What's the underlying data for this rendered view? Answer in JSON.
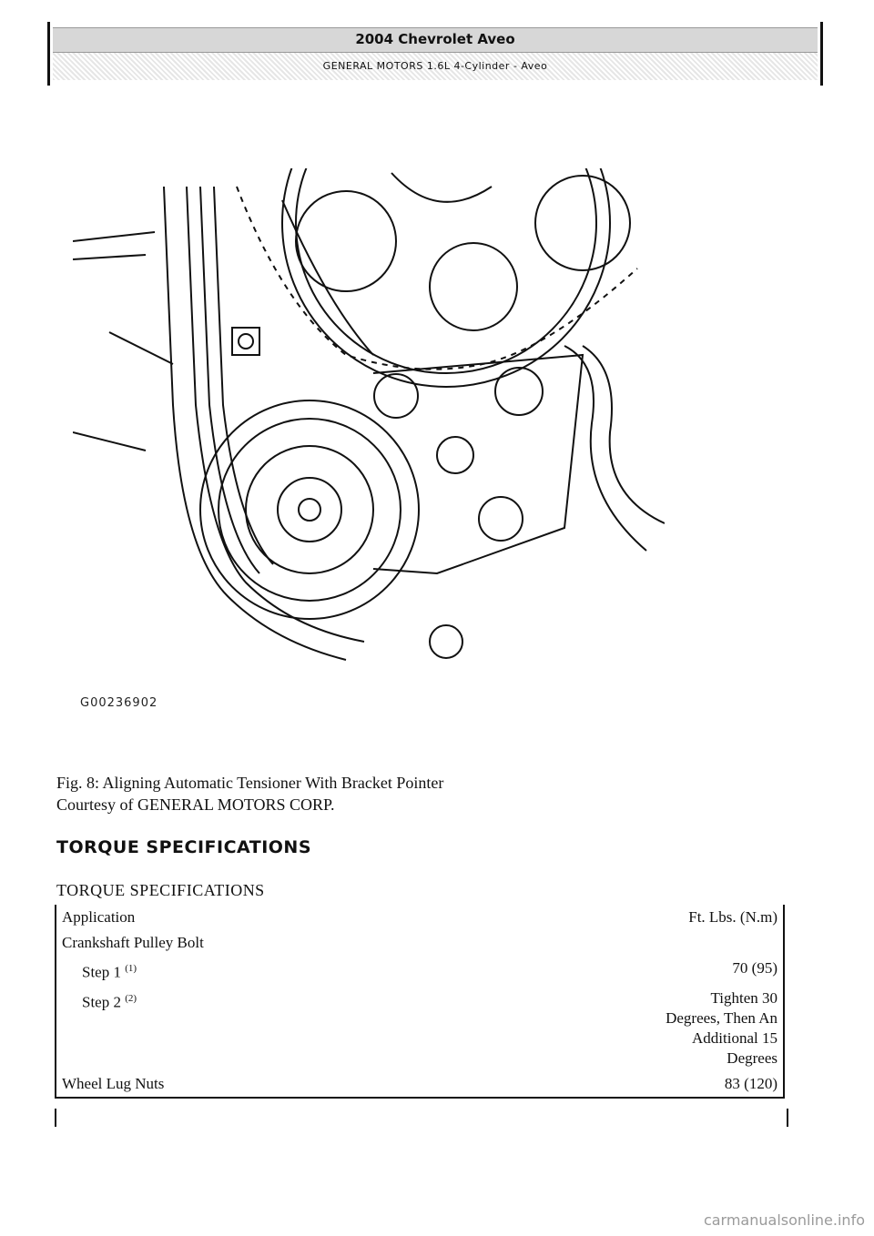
{
  "header": {
    "title": "2004 Chevrolet Aveo",
    "subtitle": "GENERAL MOTORS 1.6L 4-Cylinder - Aveo"
  },
  "figure": {
    "id": "G00236902"
  },
  "caption": {
    "line1": "Fig. 8: Aligning Automatic Tensioner With Bracket Pointer",
    "line2": "Courtesy of GENERAL MOTORS CORP."
  },
  "section": {
    "title": "TORQUE SPECIFICATIONS"
  },
  "table": {
    "title": "TORQUE SPECIFICATIONS",
    "headers": {
      "application": "Application",
      "value": "Ft. Lbs. (N.m)"
    },
    "rows": [
      {
        "label": "Crankshaft Pulley Bolt",
        "note": "",
        "value": []
      },
      {
        "label": "Step 1",
        "note": "(1)",
        "value": [
          "70 (95)"
        ]
      },
      {
        "label": "Step 2",
        "note": "(2)",
        "value": [
          "Tighten 30",
          "Degrees, Then An",
          "Additional 15",
          "Degrees"
        ]
      },
      {
        "label": "Wheel Lug Nuts",
        "note": "",
        "value": [
          "83 (120)"
        ]
      }
    ]
  },
  "watermark": "carmanualsonline.info"
}
